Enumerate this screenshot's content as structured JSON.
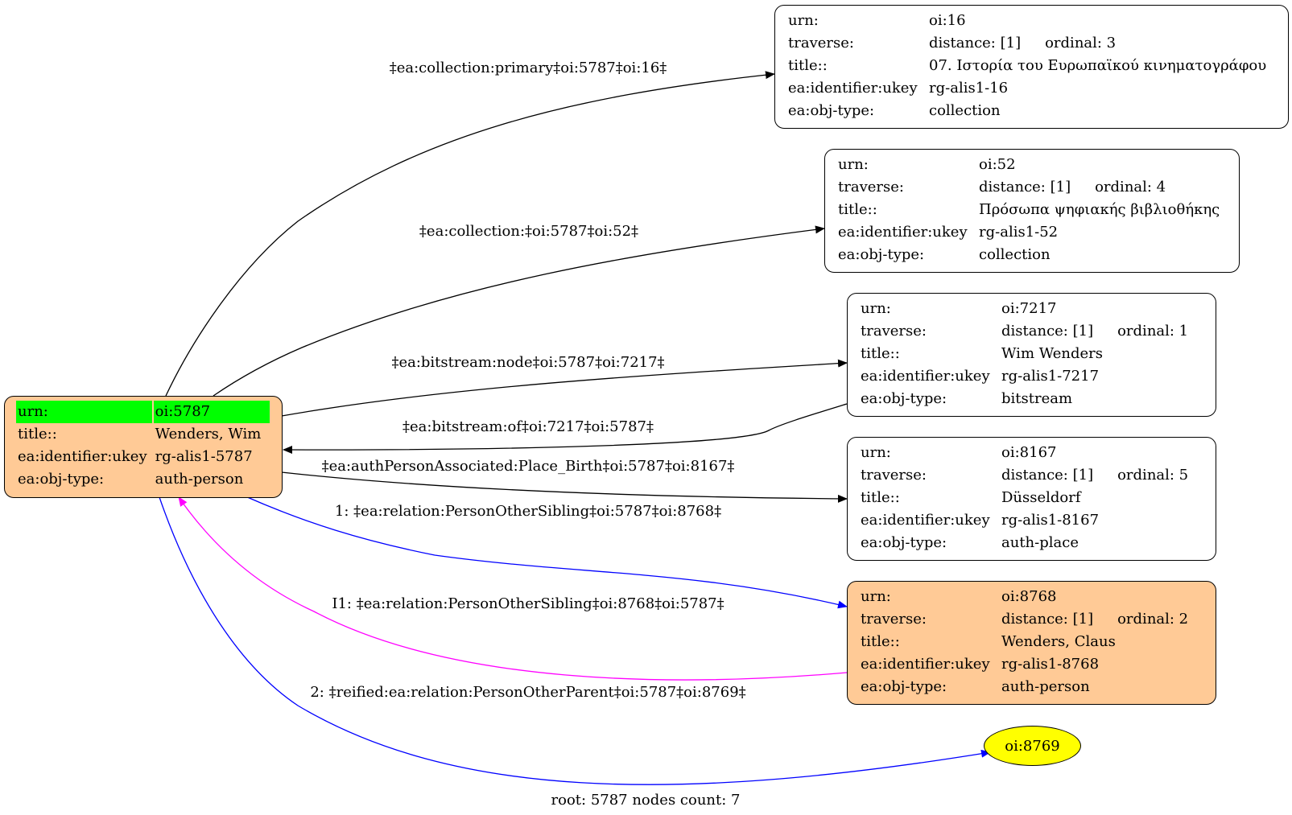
{
  "nodes": {
    "root": {
      "rows": [
        {
          "key": "urn:",
          "value": "oi:5787"
        },
        {
          "key": "title::",
          "value": "Wenders, Wim"
        },
        {
          "key": "ea:identifier:ukey",
          "value": "rg-alis1-5787"
        },
        {
          "key": "ea:obj-type:",
          "value": "auth-person"
        }
      ]
    },
    "n16": {
      "urn_key": "urn:",
      "urn": "oi:16",
      "traverse_key": "traverse:",
      "distance": "distance: [1]",
      "ordinal": "ordinal: 3",
      "title_key": "title::",
      "title": "07. Ιστορία του Ευρωπαϊκού κινηματογράφου",
      "ukey_key": "ea:identifier:ukey",
      "ukey": "rg-alis1-16",
      "type_key": "ea:obj-type:",
      "type": "collection"
    },
    "n52": {
      "urn_key": "urn:",
      "urn": "oi:52",
      "traverse_key": "traverse:",
      "distance": "distance: [1]",
      "ordinal": "ordinal: 4",
      "title_key": "title::",
      "title": "Πρόσωπα ψηφιακής βιβλιοθήκης",
      "ukey_key": "ea:identifier:ukey",
      "ukey": "rg-alis1-52",
      "type_key": "ea:obj-type:",
      "type": "collection"
    },
    "n7217": {
      "urn_key": "urn:",
      "urn": "oi:7217",
      "traverse_key": "traverse:",
      "distance": "distance: [1]",
      "ordinal": "ordinal: 1",
      "title_key": "title::",
      "title": "Wim Wenders",
      "ukey_key": "ea:identifier:ukey",
      "ukey": "rg-alis1-7217",
      "type_key": "ea:obj-type:",
      "type": "bitstream"
    },
    "n8167": {
      "urn_key": "urn:",
      "urn": "oi:8167",
      "traverse_key": "traverse:",
      "distance": "distance: [1]",
      "ordinal": "ordinal: 5",
      "title_key": "title::",
      "title": "Düsseldorf",
      "ukey_key": "ea:identifier:ukey",
      "ukey": "rg-alis1-8167",
      "type_key": "ea:obj-type:",
      "type": "auth-place"
    },
    "n8768": {
      "urn_key": "urn:",
      "urn": "oi:8768",
      "traverse_key": "traverse:",
      "distance": "distance: [1]",
      "ordinal": "ordinal: 2",
      "title_key": "title::",
      "title": "Wenders, Claus",
      "ukey_key": "ea:identifier:ukey",
      "ukey": "rg-alis1-8768",
      "type_key": "ea:obj-type:",
      "type": "auth-person"
    },
    "n8769": {
      "label": "oi:8769"
    }
  },
  "edges": {
    "e16": "‡ea:collection:primary‡oi:5787‡oi:16‡",
    "e52": "‡ea:collection:‡oi:5787‡oi:52‡",
    "e7217": "‡ea:bitstream:node‡oi:5787‡oi:7217‡",
    "e7217back": "‡ea:bitstream:of‡oi:7217‡oi:5787‡",
    "e8167": "‡ea:authPersonAssociated:Place_Birth‡oi:5787‡oi:8167‡",
    "e8768": "1: ‡ea:relation:PersonOtherSibling‡oi:5787‡oi:8768‡",
    "e8768back": "I1: ‡ea:relation:PersonOtherSibling‡oi:8768‡oi:5787‡",
    "e8769": "2: ‡reified:ea:relation:PersonOtherParent‡oi:5787‡oi:8769‡"
  },
  "colors": {
    "root_fill": "#ffca96",
    "urn_highlight": "#00ff00",
    "ellipse_fill": "#ffff00",
    "edge_default": "#000000",
    "edge_relation": "#0000ff",
    "edge_inverse": "#ff00ff"
  },
  "footer": "root: 5787 nodes count: 7"
}
